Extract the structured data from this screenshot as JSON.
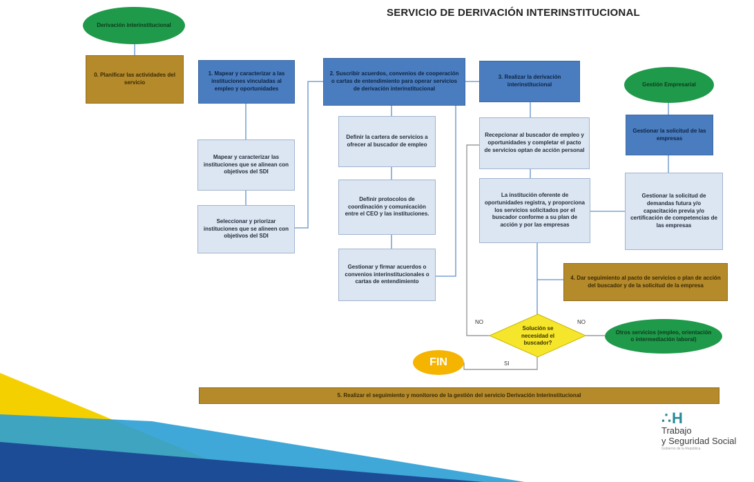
{
  "title": "SERVICIO DE DERIVACIÓN INTERINSTITUCIONAL",
  "nodes": {
    "start": "Derivación interinstitucional",
    "step0": "0. Planificar las actividades del servicio",
    "step1": "1. Mapear y caracterizar a las instituciones vinculadas al empleo y oportunidades",
    "step1a": "Mapear y caracterizar las instituciones que se alinean con objetivos del SDI",
    "step1b": "Seleccionar y priorizar instituciones que se alineen con objetivos del SDI",
    "step2": "2. Suscribir acuerdos, convenios de cooperación o cartas de entendimiento para operar servicios de derivación interinstitucional",
    "step2a": "Definir la cartera de servicios a ofrecer al buscador de empleo",
    "step2b": "Definir protocolos de coordinación y comunicación entre el CEO y las instituciones.",
    "step2c": "Gestionar y firmar acuerdos o convenios interinstitucionales o cartas de entendimiento",
    "step3": "3. Realizar la derivación interinstitucional",
    "step3a": "Recepcionar al buscador de empleo y oportunidades y completar el pacto de servicios optan de acción personal",
    "step3b": "La institución oferente de oportunidades registra, y proporciona los servicios solicitados por el buscador conforme a su plan de acción y por las empresas",
    "gestion": "Gestión Empresarial",
    "gestion_a": "Gestionar la solicitud de las empresas",
    "gestion_b": "Gestionar la solicitud de demandas futura y/o capacitación previa y/o certificación de competencias de las empresas",
    "step4": "4. Dar seguimiento al pacto de servicios o plan de acción del buscador y de la solicitud de la empresa",
    "decision": "Solución se necesidad el buscador?",
    "otros": "Otros servicios (empleo, orientación o intermediación laboral)",
    "fin": "FIN",
    "step5": "5. Realizar el seguimiento y monitoreo de la gestión del servicio Derivación Interinstitucional"
  },
  "labels": {
    "no_left": "NO",
    "no_right": "NO",
    "si": "SI"
  },
  "logo": {
    "mark": "∴H",
    "line1": "Trabajo",
    "line2": "y Seguridad Social",
    "sub": "Gobierno de la República"
  },
  "colors": {
    "blue": "#4a7dc0",
    "light_blue": "#dce6f2",
    "gold": "#b58a2a",
    "green": "#1f9a4a",
    "fin": "#f5b400"
  }
}
